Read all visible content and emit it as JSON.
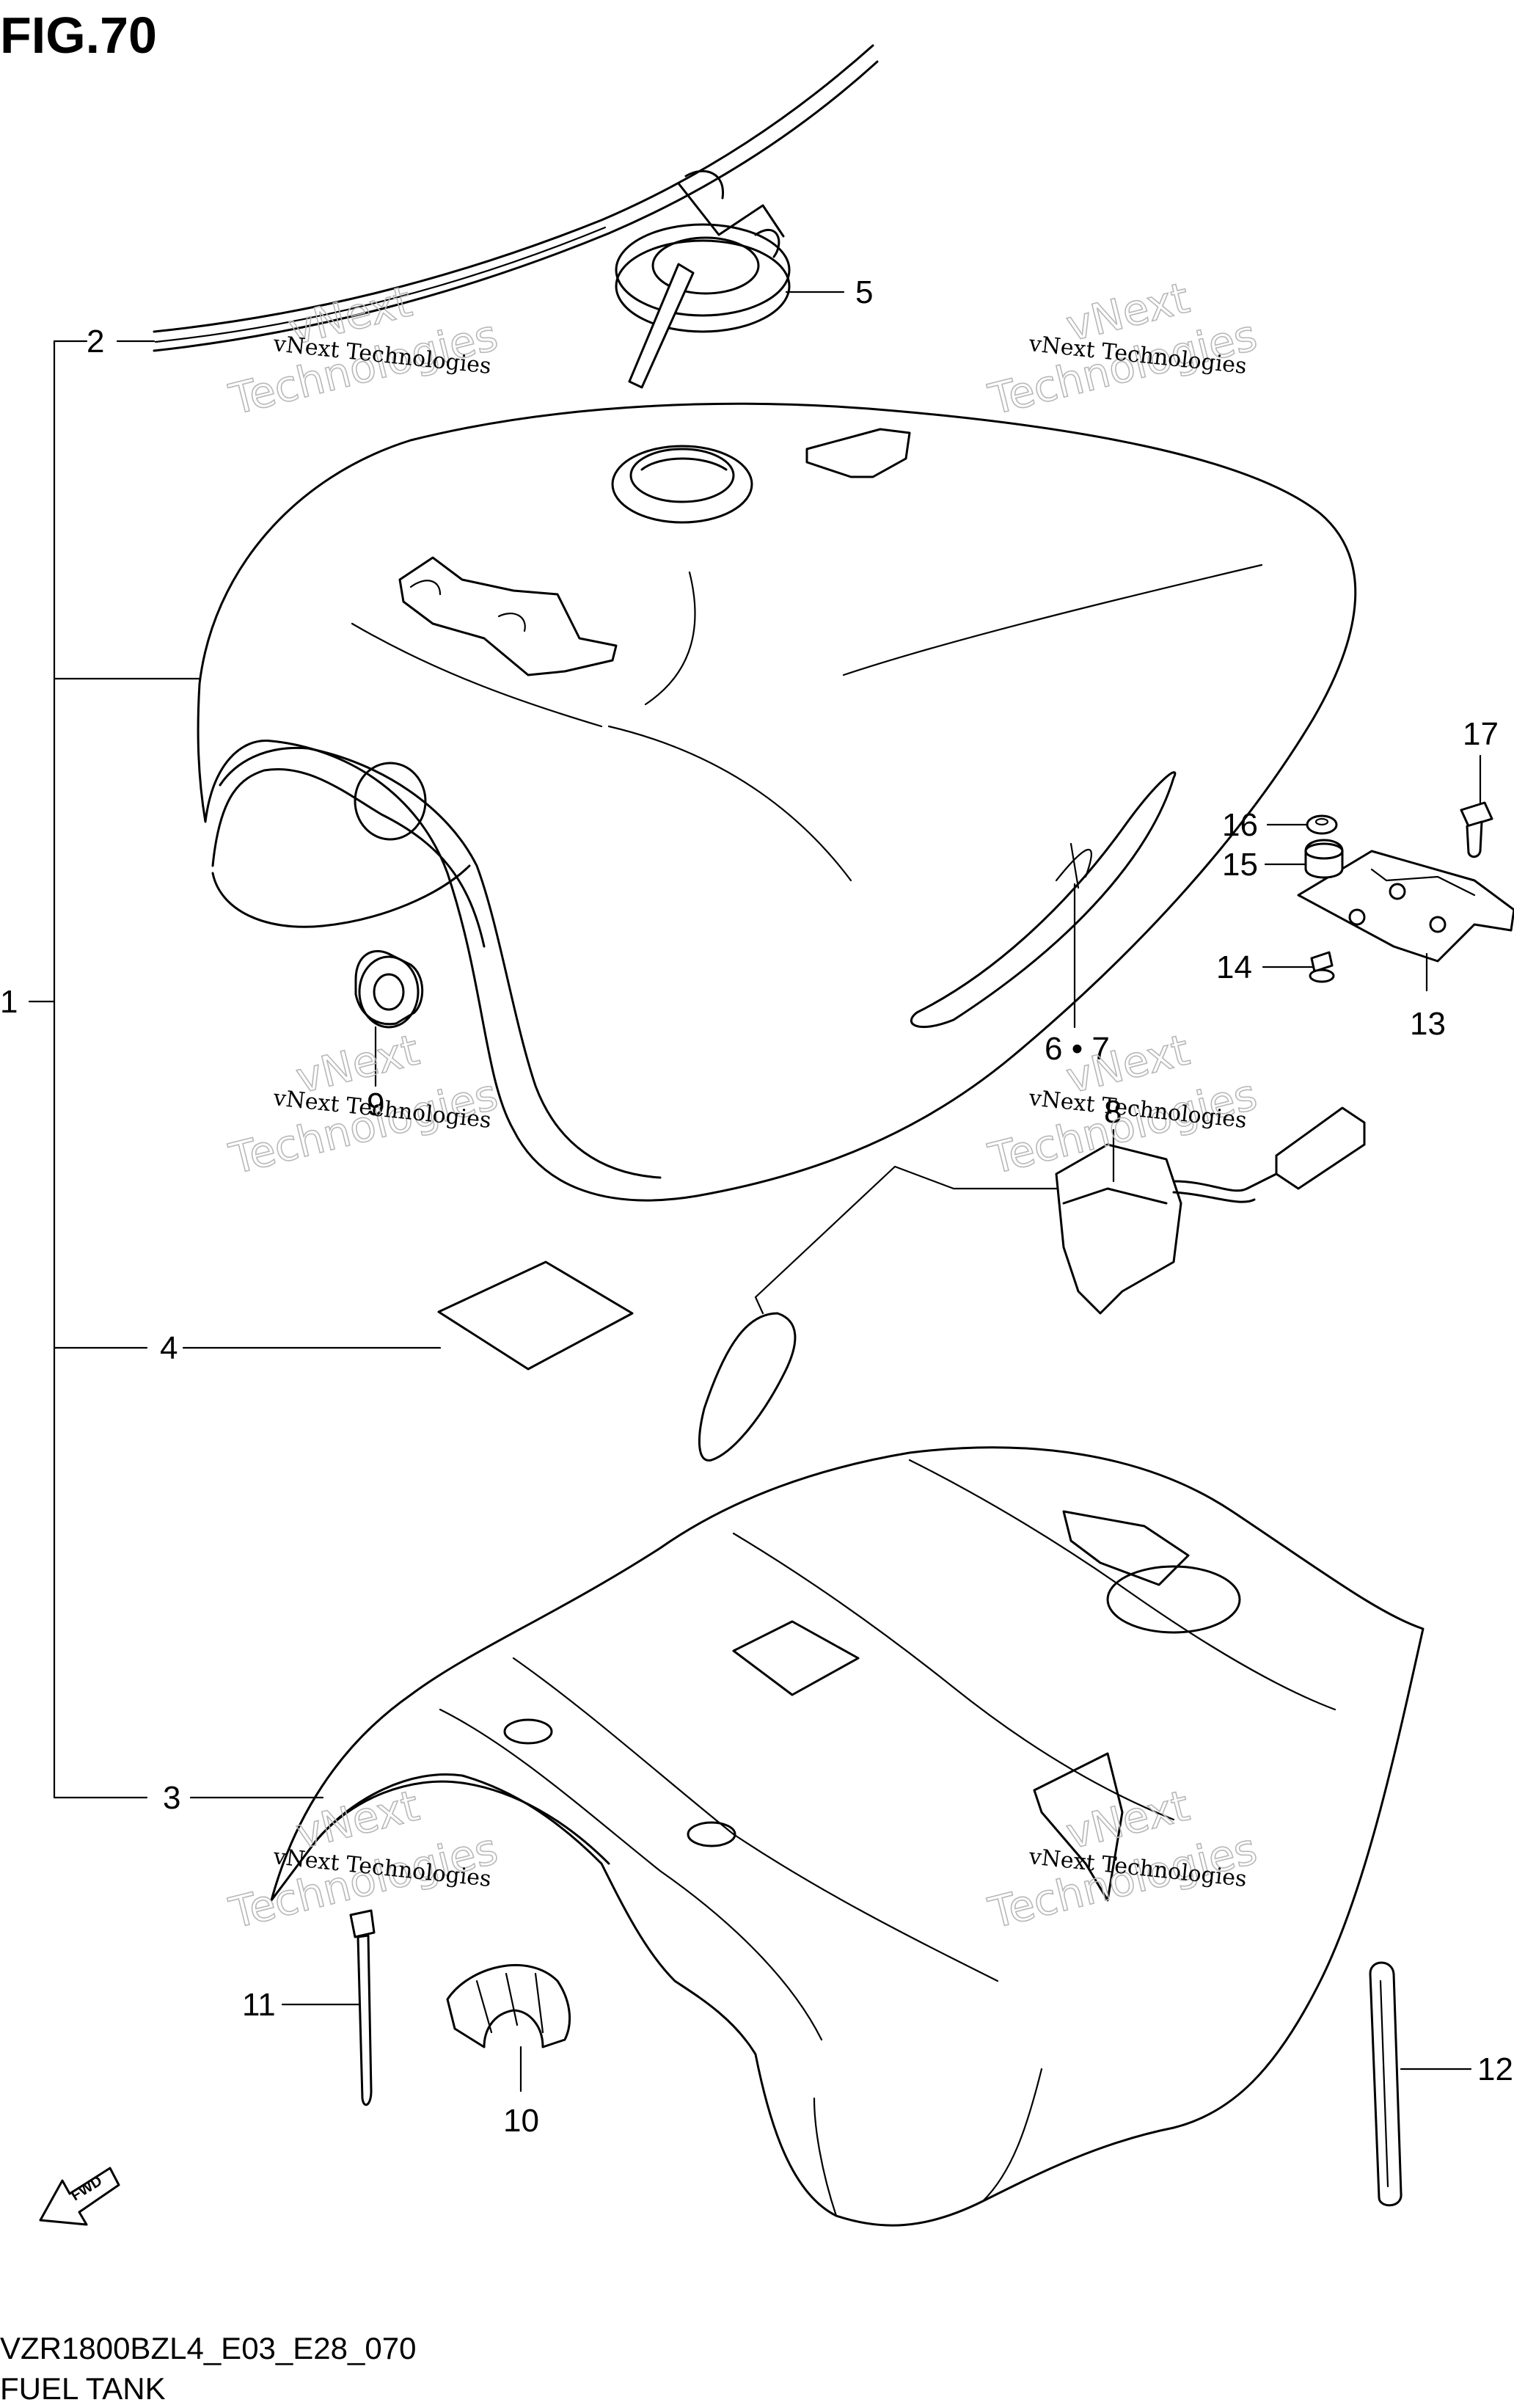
{
  "figure": {
    "title": "FIG.70",
    "code": "VZR1800BZL4_E03_E28_070",
    "name": "FUEL TANK"
  },
  "callouts": [
    "1",
    "2",
    "3",
    "4",
    "5",
    "6 • 7",
    "8",
    "9",
    "10",
    "11",
    "12",
    "13",
    "14",
    "15",
    "16",
    "17"
  ],
  "watermark": {
    "line1": "vNext Technologies",
    "line2": "vNext",
    "line3": "Technologies"
  },
  "icons": [
    "fwd-arrow-icon"
  ],
  "fwd_label": "FWD"
}
